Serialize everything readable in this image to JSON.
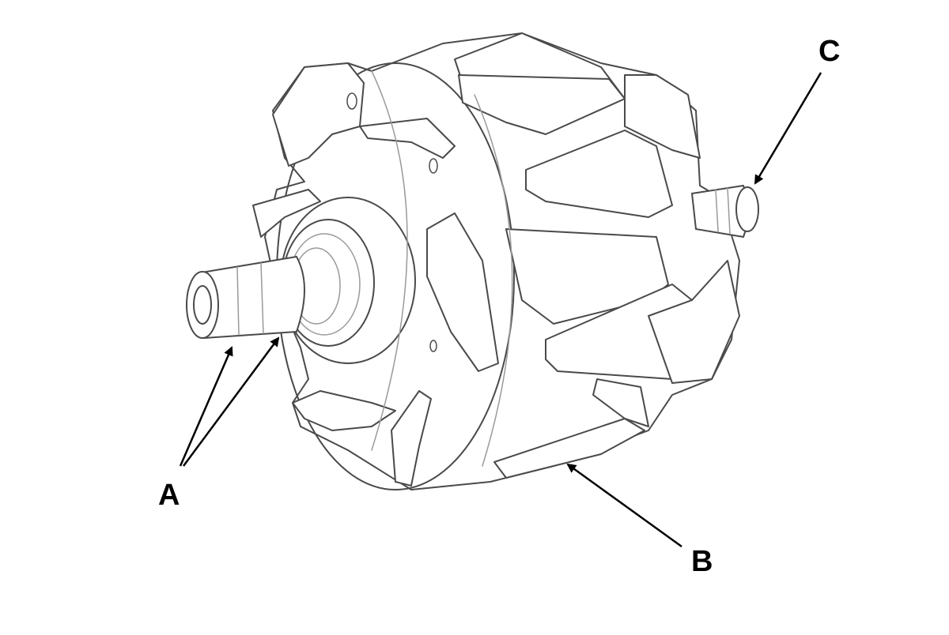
{
  "callouts": {
    "a": "A",
    "b": "B",
    "c": "C"
  },
  "colors": {
    "outline": "#4a4a4a",
    "thin": "#9a9a9a",
    "background": "#ffffff"
  }
}
